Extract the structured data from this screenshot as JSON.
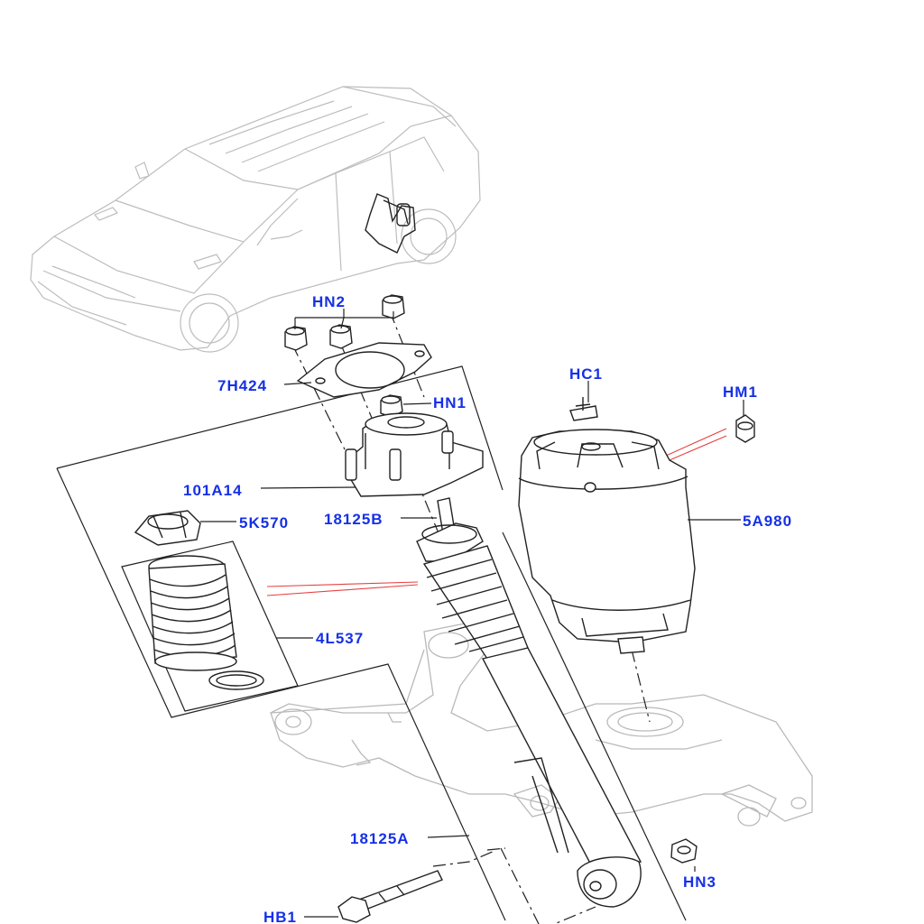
{
  "diagram": {
    "labels": {
      "hn2": "HN2",
      "h7424": "7H424",
      "hn1": "HN1",
      "a101a14": "101A14",
      "k5570": "5K570",
      "b18125": "18125B",
      "hc1": "HC1",
      "hm1": "HM1",
      "a5980": "5A980",
      "l4537": "4L537",
      "a18125": "18125A",
      "hn3": "HN3",
      "hb1": "HB1"
    },
    "colors": {
      "label": "#1530e6",
      "line": "#222222",
      "ghost": "#b9b9b9",
      "highlight": "#e64040"
    }
  }
}
